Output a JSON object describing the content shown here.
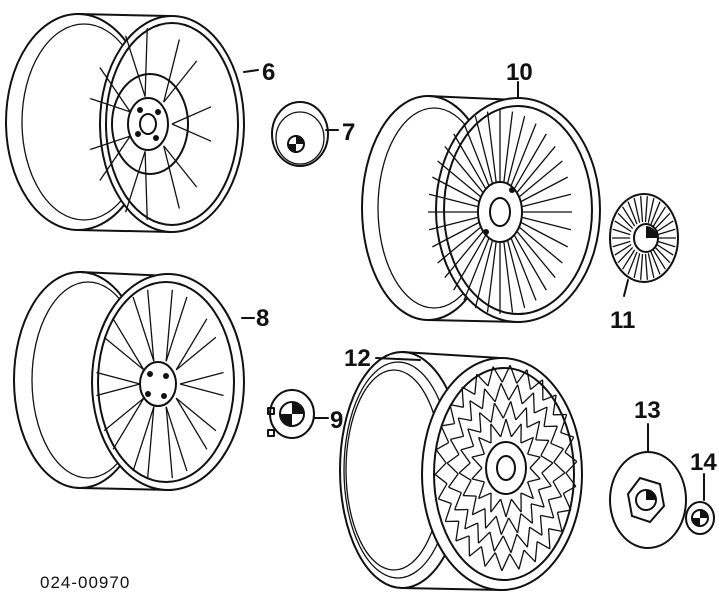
{
  "callouts": {
    "c6": "6",
    "c7": "7",
    "c8": "8",
    "c9": "9",
    "c10": "10",
    "c11": "11",
    "c12": "12",
    "c13": "13",
    "c14": "14"
  },
  "caption": "024-00970"
}
